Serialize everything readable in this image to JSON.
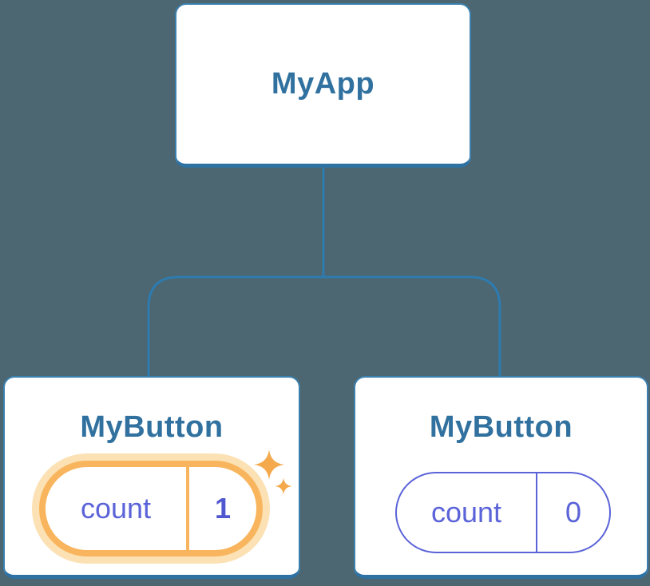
{
  "diagram": {
    "description": "React component tree showing a state update",
    "root": {
      "title": "MyApp"
    },
    "children": [
      {
        "title": "MyButton",
        "state": {
          "label": "count",
          "value": "1"
        },
        "highlighted": true
      },
      {
        "title": "MyButton",
        "state": {
          "label": "count",
          "value": "0"
        },
        "highlighted": false
      }
    ]
  },
  "icons": {
    "sparkle_large": "four-point-sparkle",
    "sparkle_small": "four-point-sparkle"
  },
  "colors": {
    "background": "#4C6772",
    "connector_line": "#2E7BAF",
    "node_border": "#3B80AF",
    "node_border_bottom": "#2E72A4",
    "node_background": "#FFFFFF",
    "node_title": "#31719F",
    "state_purple": "#5B63D8",
    "state_value_bold": "#5058CF",
    "highlight_ring": "#F8B55D",
    "highlight_glow": "#FBE1B3",
    "sparkle": "#F3A94C"
  }
}
